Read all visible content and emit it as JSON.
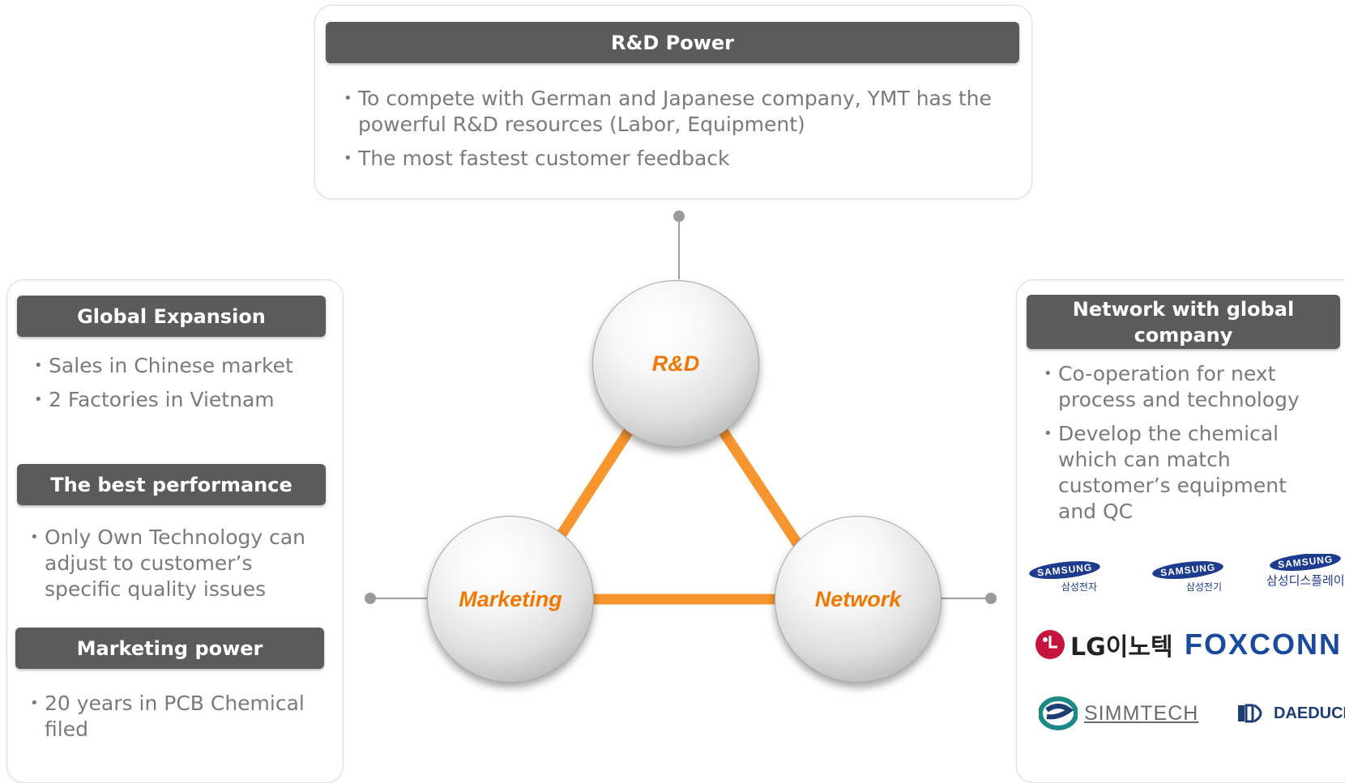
{
  "rd_power": {
    "title": "R&D Power",
    "bullets": [
      "To compete with German and Japanese company, YMT has the powerful R&D resources (Labor, Equipment)",
      "The most fastest customer feedback"
    ]
  },
  "left_panel": {
    "global_expansion": {
      "title": "Global Expansion",
      "bullets": [
        "Sales in Chinese market",
        "2 Factories in Vietnam"
      ]
    },
    "best_performance": {
      "title": "The best performance",
      "bullets": [
        "Only Own Technology can adjust to customer’s specific quality issues"
      ]
    },
    "marketing_power": {
      "title": "Marketing power",
      "bullets": [
        "20 years in PCB Chemical filed"
      ]
    }
  },
  "right_panel": {
    "title": "Network with global company",
    "bullets": [
      "Co-operation for next process and technology",
      "Develop the chemical which can match customer’s equipment and QC"
    ],
    "logos": {
      "samsung_electronics": {
        "brand": "SAMSUNG",
        "sub": "삼성전자"
      },
      "samsung_electro_mechanics": {
        "brand": "SAMSUNG",
        "sub": "삼성전기"
      },
      "samsung_display": {
        "brand": "SAMSUNG",
        "sub": "삼성디스플레이"
      },
      "lg_innotek": "LG이노텍",
      "foxconn": "FOXCONN",
      "simmtech": "SIMMTECH",
      "daeduck": "DAEDUCK"
    }
  },
  "nodes": {
    "rd": "R&D",
    "marketing": "Marketing",
    "network": "Network"
  },
  "colors": {
    "header_bg": "#5b5b5b",
    "accent_orange": "#f07800",
    "connector_orange": "#f7952f",
    "bullet_text": "#7a7a7a"
  }
}
